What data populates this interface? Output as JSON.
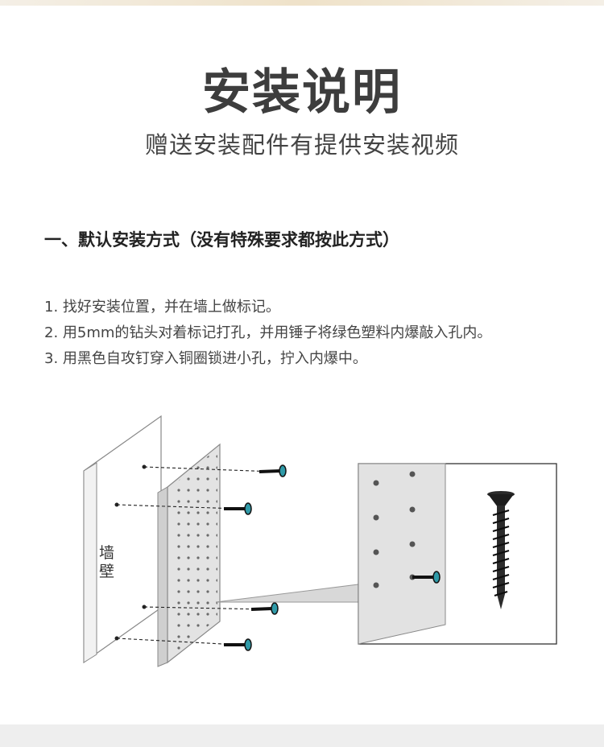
{
  "header": {
    "title": "安装说明",
    "subtitle": "赠送安装配件有提供安装视频"
  },
  "section": {
    "heading": "一、默认安装方式（没有特殊要求都按此方式）",
    "steps": [
      "1. 找好安装位置，并在墙上做标记。",
      "2. 用5mm的钻头对着标记打孔，并用锤子将绿色塑料内爆敲入孔内。",
      "3. 用黑色自攻钉穿入铜圈锁进小孔，拧入内爆中。"
    ]
  },
  "diagram": {
    "wall_label": "墙壁"
  }
}
